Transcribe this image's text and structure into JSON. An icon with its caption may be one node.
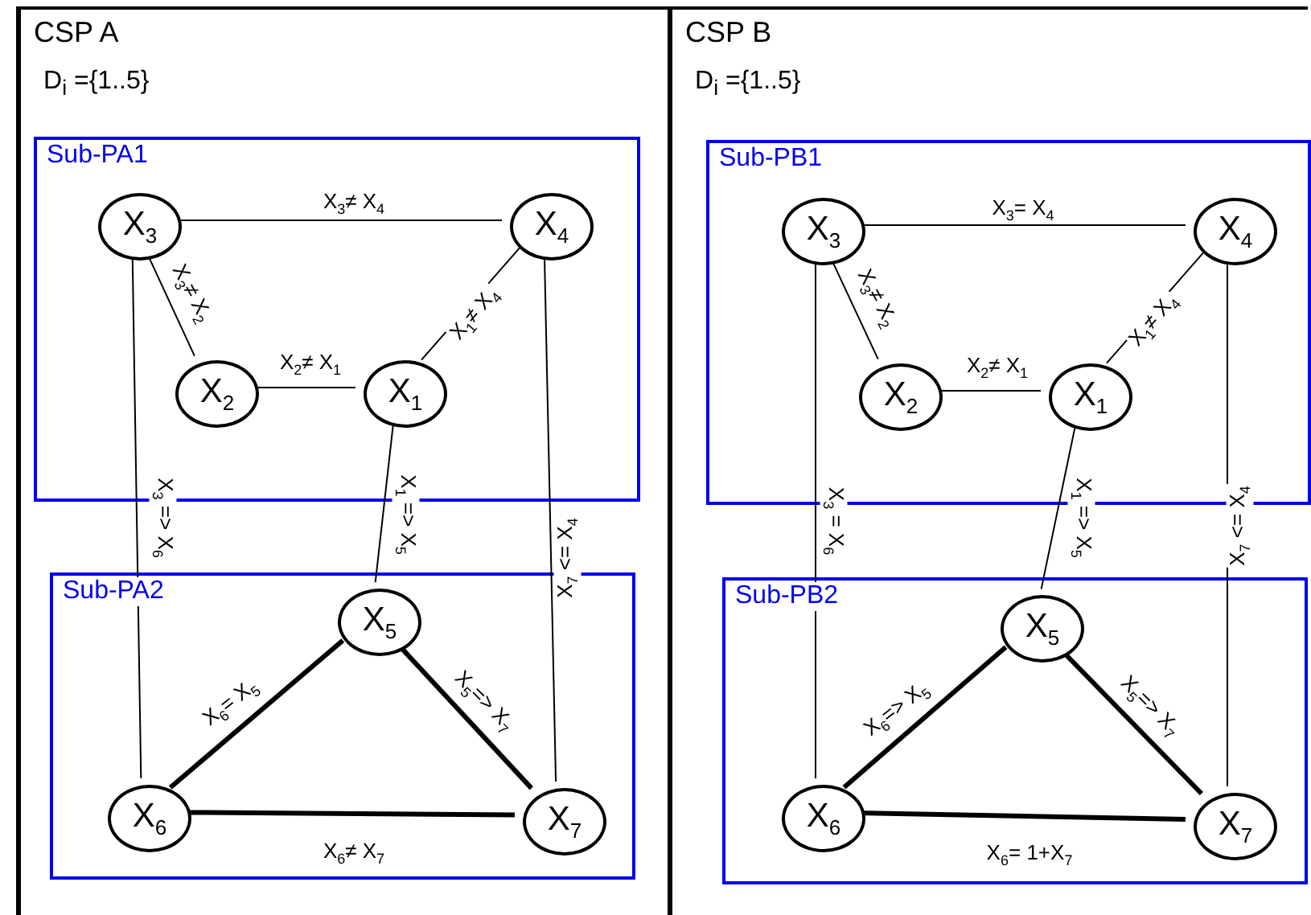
{
  "diagram": {
    "nodes": [
      {
        "text": [
          "CSP A",
          "D$_{i}$ ={1..5}"
        ]
      },
      {
        "text": [
          "Sub-PA1"
        ],
        "in": 0
      },
      {
        "text": [
          "X$_{3}$"
        ],
        "in": 1
      },
      {
        "text": [
          "X$_{4}$"
        ],
        "in": 1
      },
      {
        "text": [
          "X$_{2}$"
        ],
        "in": 1
      },
      {
        "text": [
          "X$_{1}$"
        ],
        "in": 1
      },
      {
        "text": [
          "Sub-PA2"
        ],
        "in": 0
      },
      {
        "text": [
          "X$_{5}$"
        ],
        "in": 6
      },
      {
        "text": [
          "X$_{6}$"
        ],
        "in": 6
      },
      {
        "text": [
          "X$_{7}$"
        ],
        "in": 6
      },
      {
        "text": [
          "CSP B",
          "D$_{i}$ ={1..5}"
        ]
      },
      {
        "text": [
          "Sub-PB1"
        ],
        "in": 10
      },
      {
        "text": [
          "X$_{3}$"
        ],
        "in": 11
      },
      {
        "text": [
          "X$_{4}$"
        ],
        "in": 11
      },
      {
        "text": [
          "X$_{2}$"
        ],
        "in": 11
      },
      {
        "text": [
          "X$_{1}$"
        ],
        "in": 11
      },
      {
        "text": [
          "Sub-PB2"
        ],
        "in": 10
      },
      {
        "text": [
          "X$_{5}$"
        ],
        "in": 16
      },
      {
        "text": [
          "X$_{6}$"
        ],
        "in": 16
      },
      {
        "text": [
          "X$_{7}$"
        ],
        "in": 16
      }
    ],
    "edges": [
      {
        "from": 2,
        "to": 3,
        "arrow": "none",
        "label": "X$_{3}$≠ X$_{4}$"
      },
      {
        "from": 2,
        "to": 4,
        "arrow": "none",
        "label": "X$_{3}$≠ X$_{2}$"
      },
      {
        "from": 4,
        "to": 5,
        "arrow": "none",
        "label": "X$_{2}$≠ X$_{1}$"
      },
      {
        "from": 5,
        "to": 3,
        "arrow": "none",
        "label": "X$_{1}$≠ X$_{4}$"
      },
      {
        "from": 2,
        "to": 8,
        "arrow": "none",
        "label": "X$_{3}$ => X$_{6}$"
      },
      {
        "from": 5,
        "to": 7,
        "arrow": "none",
        "label": "X$_{1}$ => X$_{5}$"
      },
      {
        "from": 3,
        "to": 9,
        "arrow": "none",
        "label": "X$_{7}$ <= X$_{4}$"
      },
      {
        "from": 8,
        "to": 7,
        "arrow": "none",
        "label": "X$_{6}$= X$_{5}$",
        "style": "thick"
      },
      {
        "from": 7,
        "to": 9,
        "arrow": "none",
        "label": "X$_{5}$=> X$_{7}$",
        "style": "thick"
      },
      {
        "from": 8,
        "to": 9,
        "arrow": "none",
        "label": "X$_{6}$≠ X$_{7}$",
        "style": "thick"
      },
      {
        "from": 12,
        "to": 13,
        "arrow": "none",
        "label": "X$_{3}$= X$_{4}$"
      },
      {
        "from": 12,
        "to": 14,
        "arrow": "none",
        "label": "X$_{3}$≠ X$_{2}$"
      },
      {
        "from": 14,
        "to": 15,
        "arrow": "none",
        "label": "X$_{2}$≠ X$_{1}$"
      },
      {
        "from": 15,
        "to": 13,
        "arrow": "none",
        "label": "X$_{1}$≠ X$_{4}$"
      },
      {
        "from": 12,
        "to": 18,
        "arrow": "none",
        "label": "X$_{3}$ = X$_{6}$"
      },
      {
        "from": 15,
        "to": 17,
        "arrow": "none",
        "label": "X$_{1}$ => X$_{5}$"
      },
      {
        "from": 13,
        "to": 19,
        "arrow": "none",
        "label": "X$_{7}$ <= X$_{4}$"
      },
      {
        "from": 18,
        "to": 17,
        "arrow": "none",
        "label": "X$_{6}$=> X$_{5}$",
        "style": "thick"
      },
      {
        "from": 17,
        "to": 19,
        "arrow": "none",
        "label": "X$_{5}$=> X$_{7}$",
        "style": "thick"
      },
      {
        "from": 18,
        "to": 19,
        "arrow": "none",
        "label": "X$_{6}$= 1+X$_{7}$",
        "style": "thick"
      }
    ]
  }
}
